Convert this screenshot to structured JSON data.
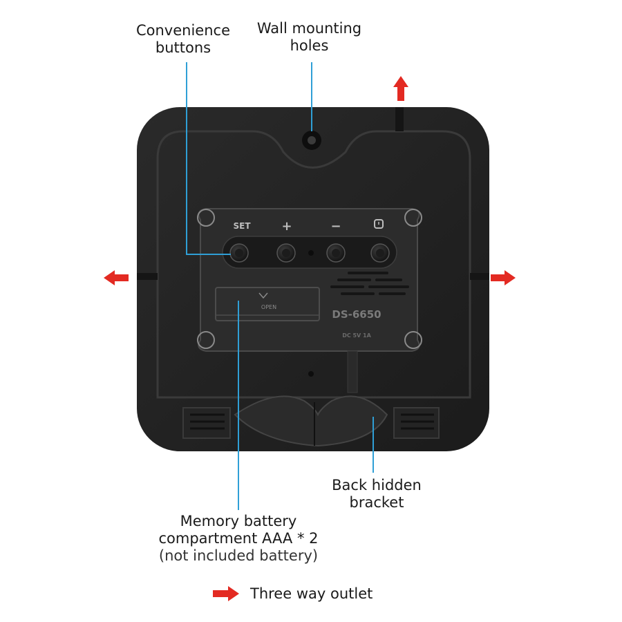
{
  "colors": {
    "arrow": "#e32a22",
    "callout_line": "#2f9fd6",
    "device_body": "#232323",
    "background": "#ffffff"
  },
  "callouts": {
    "convenience": {
      "line1": "Convenience",
      "line2": "buttons"
    },
    "wall": {
      "line1": "Wall mounting",
      "line2": "holes"
    },
    "bracket": {
      "line1": "Back hidden",
      "line2": "bracket"
    },
    "battery": {
      "line1": "Memory battery",
      "line2": "compartment AAA * 2",
      "note": "(not included battery)"
    }
  },
  "device": {
    "buttons": [
      "SET",
      "+",
      "−",
      "alarm-icon"
    ],
    "model": "DS-6650",
    "power": "DC 5V 1A",
    "battery_cover_text": "OPEN"
  },
  "legend": {
    "label": "Three way outlet",
    "icon": "right-arrow-icon"
  }
}
